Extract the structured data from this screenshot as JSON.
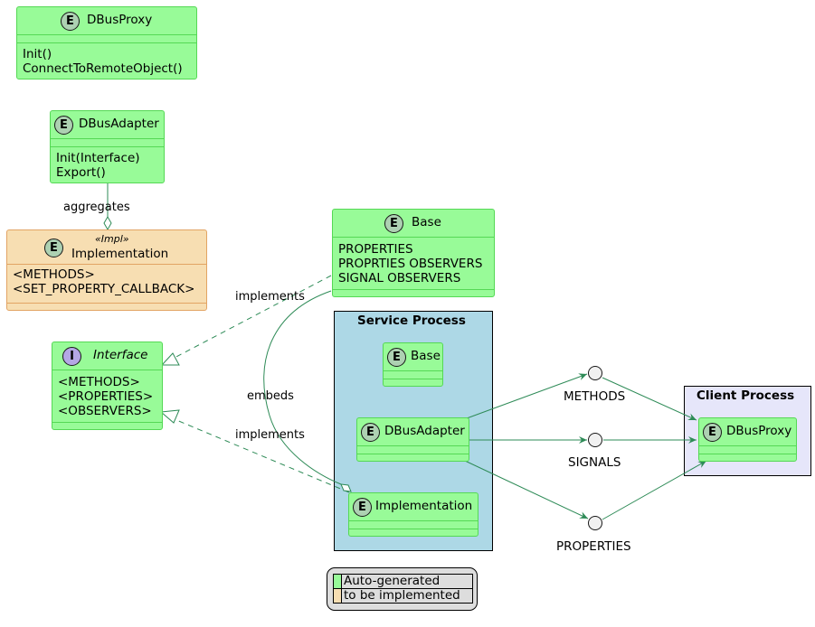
{
  "colors": {
    "auto_generated": "#98fb98",
    "to_be_implemented": "#f7deb2",
    "service_process_bg": "#add8e6",
    "client_process_bg": "#e6e6fa",
    "arrow": "#2e8b57"
  },
  "classes": {
    "dbusproxy_top": {
      "stereotype_letter": "E",
      "name": "DBusProxy",
      "members": [
        "Init()",
        "ConnectToRemoteObject()"
      ]
    },
    "dbusadapter_top": {
      "stereotype_letter": "E",
      "name": "DBusAdapter",
      "members": [
        "Init(Interface)",
        "Export()"
      ]
    },
    "implementation_top": {
      "stereotype_letter": "E",
      "stereotype": "«Impl»",
      "name": "Implementation",
      "members": [
        "<METHODS>",
        "<SET_PROPERTY_CALLBACK>"
      ]
    },
    "interface": {
      "stereotype_letter": "I",
      "name": "Interface",
      "members": [
        "<METHODS>",
        "<PROPERTIES>",
        "<OBSERVERS>"
      ]
    },
    "base_top": {
      "stereotype_letter": "E",
      "name": "Base",
      "members": [
        "PROPERTIES",
        "PROPRTIES OBSERVERS",
        "SIGNAL OBSERVERS"
      ]
    },
    "base_service": {
      "stereotype_letter": "E",
      "name": "Base"
    },
    "dbusadapter_service": {
      "stereotype_letter": "E",
      "name": "DBusAdapter"
    },
    "implementation_service": {
      "stereotype_letter": "E",
      "name": "Implementation"
    },
    "dbusproxy_client": {
      "stereotype_letter": "E",
      "name": "DBusProxy"
    }
  },
  "packages": {
    "service": {
      "title": "Service Process"
    },
    "client": {
      "title": "Client Process"
    }
  },
  "interfaces": {
    "methods": "METHODS",
    "signals": "SIGNALS",
    "properties": "PROPERTIES"
  },
  "relation_labels": {
    "aggregates": "aggregates",
    "implements_base": "implements",
    "embeds": "embeds",
    "implements_impl": "implements"
  },
  "legend": [
    {
      "color": "#98fb98",
      "label": "Auto-generated"
    },
    {
      "color": "#f7deb2",
      "label": "to be implemented"
    }
  ]
}
